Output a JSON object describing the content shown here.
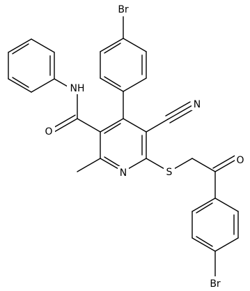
{
  "structure": {
    "atoms": [
      {
        "id": "br_top",
        "label": "Br"
      },
      {
        "id": "br_bottom",
        "label": "Br"
      },
      {
        "id": "n_amide",
        "label": "NH"
      },
      {
        "id": "o_amide",
        "label": "O"
      },
      {
        "id": "n_nitrile",
        "label": "N"
      },
      {
        "id": "n_ring",
        "label": "N"
      },
      {
        "id": "s_thio",
        "label": "S"
      },
      {
        "id": "o_ketone",
        "label": "O"
      }
    ]
  }
}
